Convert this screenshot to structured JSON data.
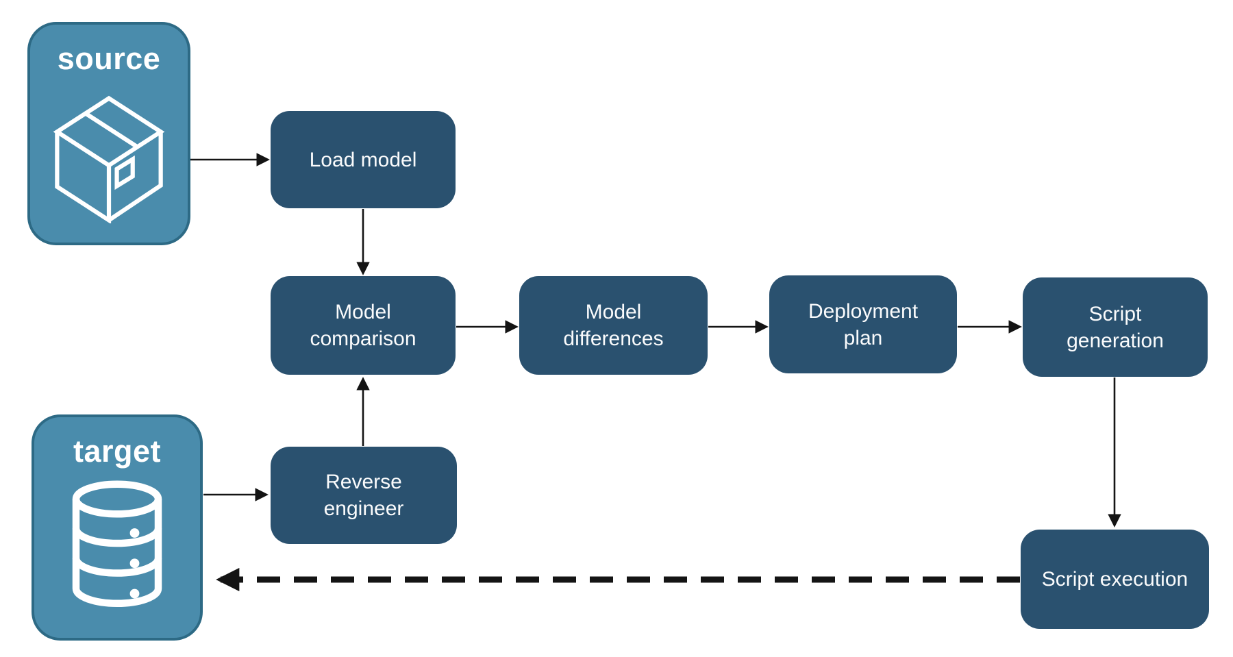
{
  "diagram": {
    "type": "flowchart",
    "endpoints": {
      "source": {
        "label": "source",
        "icon": "package-icon"
      },
      "target": {
        "label": "target",
        "icon": "database-icon"
      }
    },
    "steps": {
      "load_model": {
        "label": "Load model"
      },
      "model_comparison": {
        "label": "Model comparison"
      },
      "model_differences": {
        "label": "Model differences"
      },
      "deployment_plan": {
        "label": "Deployment plan"
      },
      "script_generation": {
        "label": "Script generation"
      },
      "reverse_engineer": {
        "label": "Reverse engineer"
      },
      "script_execution": {
        "label": "Script execution"
      }
    },
    "edges": [
      {
        "from": "source",
        "to": "load_model",
        "style": "solid"
      },
      {
        "from": "load_model",
        "to": "model_comparison",
        "style": "solid"
      },
      {
        "from": "model_comparison",
        "to": "model_differences",
        "style": "solid"
      },
      {
        "from": "model_differences",
        "to": "deployment_plan",
        "style": "solid"
      },
      {
        "from": "deployment_plan",
        "to": "script_generation",
        "style": "solid"
      },
      {
        "from": "script_generation",
        "to": "script_execution",
        "style": "solid"
      },
      {
        "from": "target",
        "to": "reverse_engineer",
        "style": "solid"
      },
      {
        "from": "reverse_engineer",
        "to": "model_comparison",
        "style": "solid"
      },
      {
        "from": "script_execution",
        "to": "target",
        "style": "dashed"
      }
    ],
    "colors": {
      "process_fill": "#2A516F",
      "endpoint_fill": "#4A8CAC",
      "endpoint_border": "#2D6A85",
      "arrow": "#141414",
      "text": "#FFFFFF",
      "background": "#FFFFFF"
    }
  }
}
